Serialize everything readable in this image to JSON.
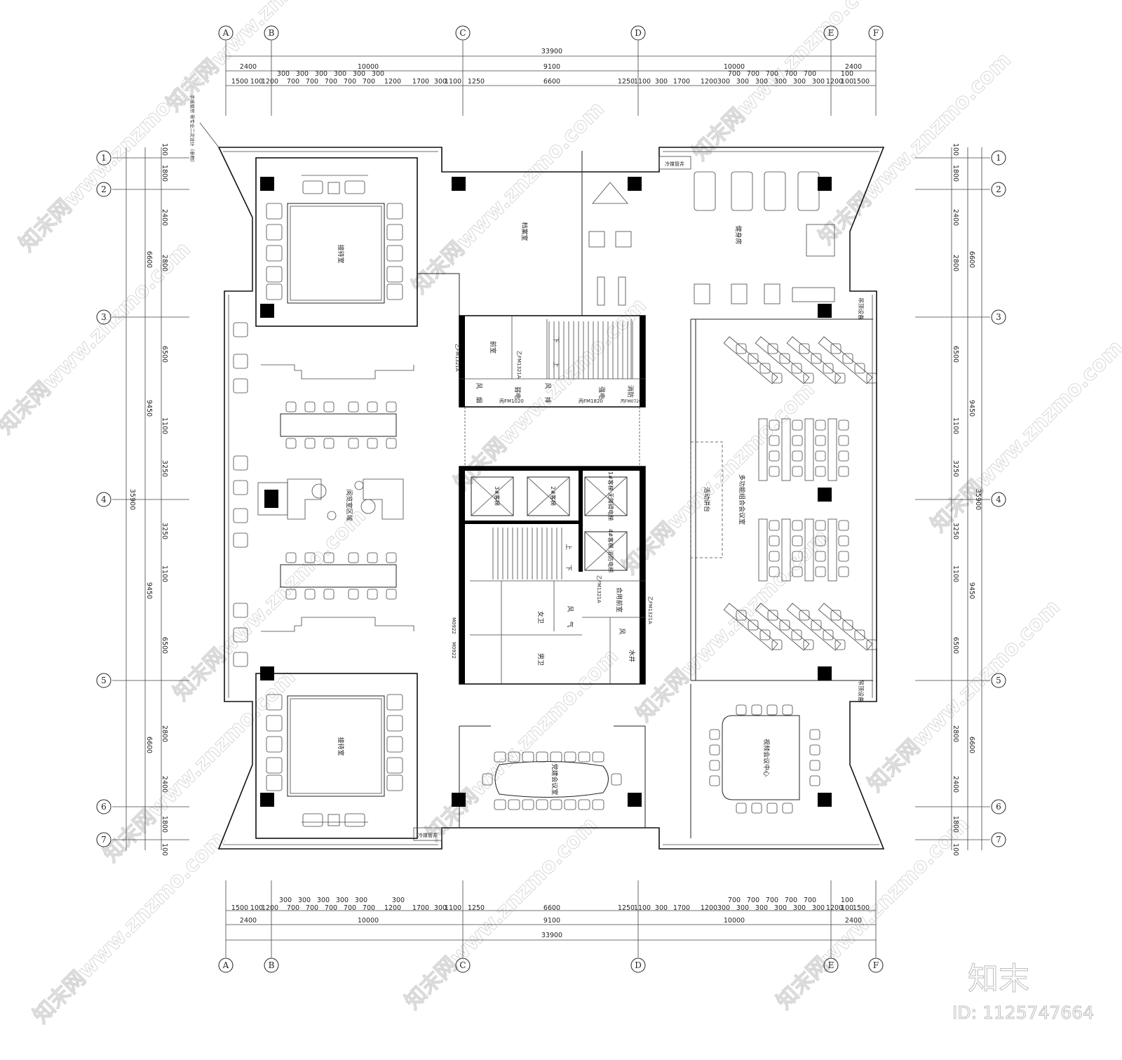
{
  "axes": {
    "columns": [
      "A",
      "B",
      "C",
      "D",
      "E",
      "F"
    ],
    "rows": [
      "1",
      "2",
      "3",
      "4",
      "5",
      "6",
      "7"
    ]
  },
  "dimensions": {
    "overall_width": "33900",
    "overall_depth": "35900",
    "bays_x": [
      "2400",
      "10000",
      "9100",
      "10000",
      "2400"
    ],
    "detail_x": [
      "1500",
      "100",
      "1200",
      "700",
      "700",
      "700",
      "700",
      "700",
      "1200",
      "1700",
      "300",
      "1100",
      "1250",
      "6600",
      "1250",
      "1100",
      "300",
      "1700",
      "1200",
      "300",
      "300",
      "300",
      "300",
      "300",
      "300",
      "1200",
      "100",
      "1500"
    ],
    "detail_x_upper_left": [
      "300",
      "300",
      "300",
      "300",
      "300",
      "300"
    ],
    "detail_x_upper_right": [
      "700",
      "700",
      "700",
      "700",
      "700",
      "100"
    ],
    "bays_y": [
      "6600",
      "9450",
      "9450",
      "6600"
    ],
    "detail_y": [
      "100",
      "1800",
      "2400",
      "2800",
      "6500",
      "1100",
      "3250",
      "3250",
      "1100",
      "6500",
      "2800",
      "2400",
      "1800",
      "100"
    ]
  },
  "rooms": {
    "reception_top": "接待室",
    "reception_bottom": "接待室",
    "archive": "档案室",
    "gym": "健身房",
    "reading": "阅览室区域",
    "multi_function": "多功能组合会议室",
    "stage": "活动讲台",
    "party_meeting": "党建会议室",
    "video_meeting": "视频会议中心",
    "anteroom": "前室",
    "shared_anteroom": "合用前室",
    "female_wc": "女卫",
    "male_wc": "男卫",
    "weak_elec": "弱电",
    "strong_elec": "强电",
    "fire": "消防",
    "water_well": "水井",
    "wind": "风",
    "smoke": "烟",
    "exhaust": "排",
    "gas": "气",
    "lift_3": "3#客梯",
    "lift_2": "2#客梯",
    "lift_1": "1#客梯 无障碍电梯",
    "lift_4": "4#客梯 消防电梯",
    "ceiling_equipment": "吊顶设备",
    "refrigerant_shaft": "冷媒管井",
    "up": "上",
    "down": "下"
  },
  "door_codes": {
    "fm1321a": "乙FM1321A",
    "fm1020": "丙FM1020",
    "fm1820": "丙FM1820",
    "fm0720": "丙FM0720",
    "m0922": "M0922"
  },
  "note": "手摇窗帘 带专业二次设计（参照）",
  "watermark": "知末网www.znzmo.com",
  "brand": {
    "logo": "知末",
    "id": "ID: 1125747664"
  },
  "colors": {
    "line": "#222222",
    "column": "#000000",
    "watermark": "#d8d8d8"
  }
}
